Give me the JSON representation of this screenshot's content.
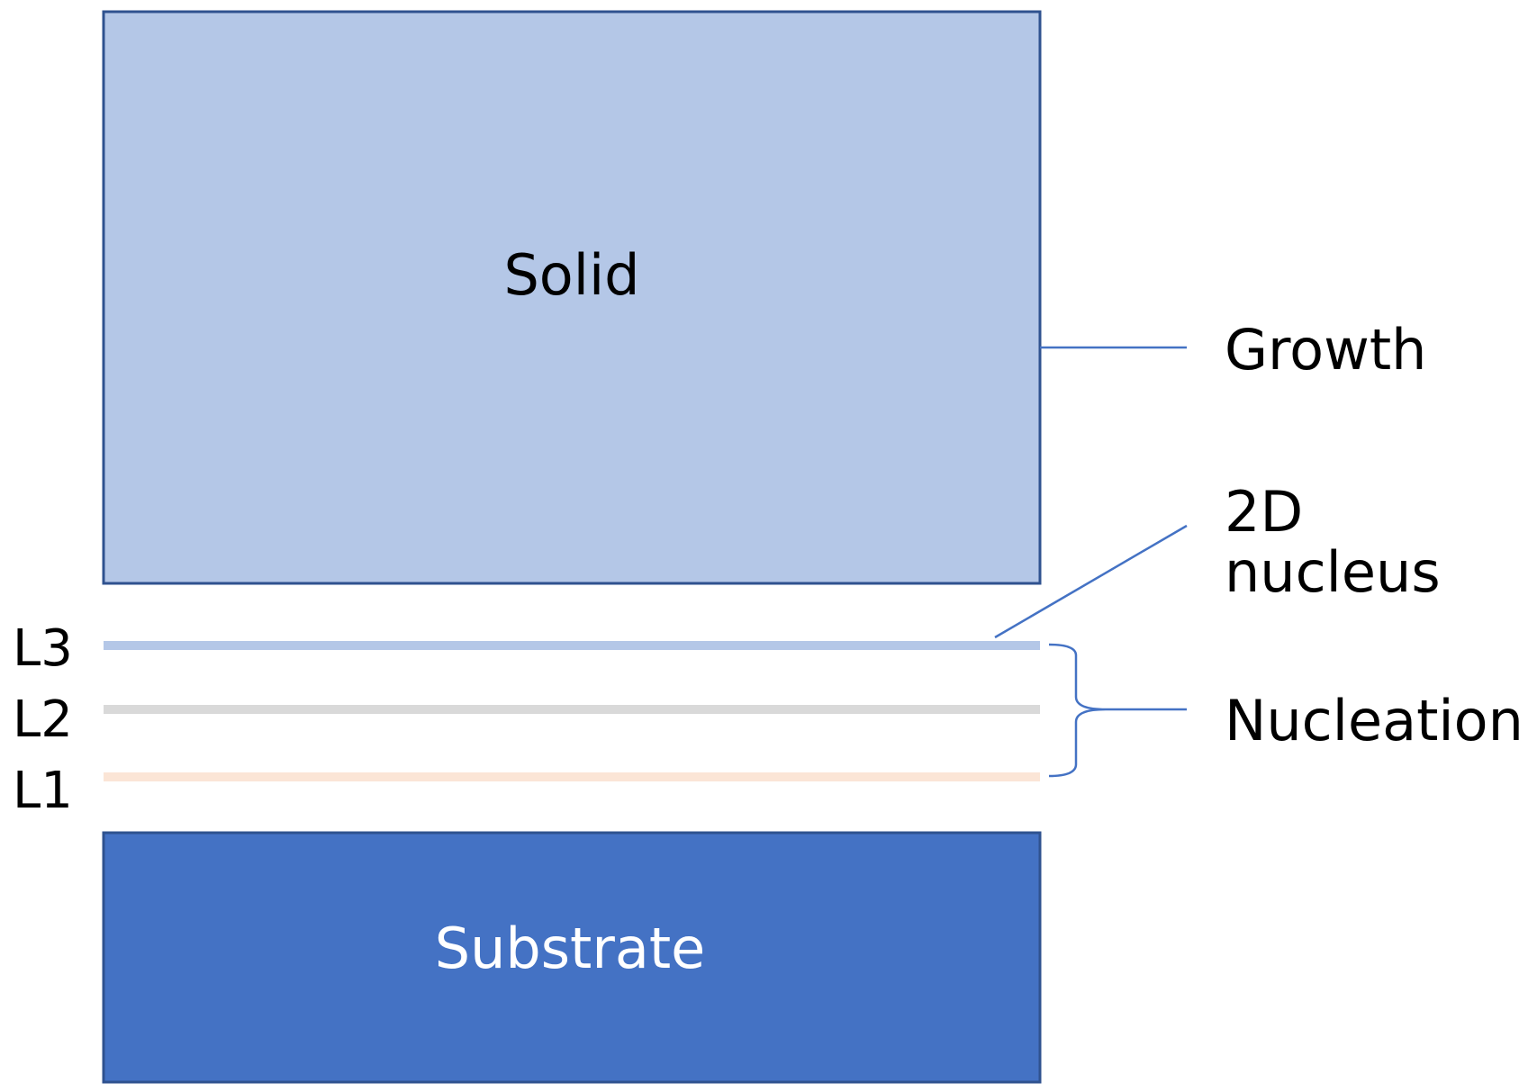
{
  "blocks": {
    "solid": "Solid",
    "substrate": "Substrate"
  },
  "layers": [
    {
      "name": "L3",
      "color": "#b4c7e7"
    },
    {
      "name": "L2",
      "color": "#d9d9d9"
    },
    {
      "name": "L1",
      "color": "#fbe5d6"
    }
  ],
  "annotations": {
    "growth": "Growth",
    "nucleus_line1": "2D",
    "nucleus_line2": "nucleus",
    "nucleation": "Nucleation"
  },
  "colors": {
    "solid_fill": "#b4c7e7",
    "substrate_fill": "#4472c4",
    "outline": "#2f528f",
    "connector": "#4472c4",
    "substrate_text": "#ffffff"
  }
}
